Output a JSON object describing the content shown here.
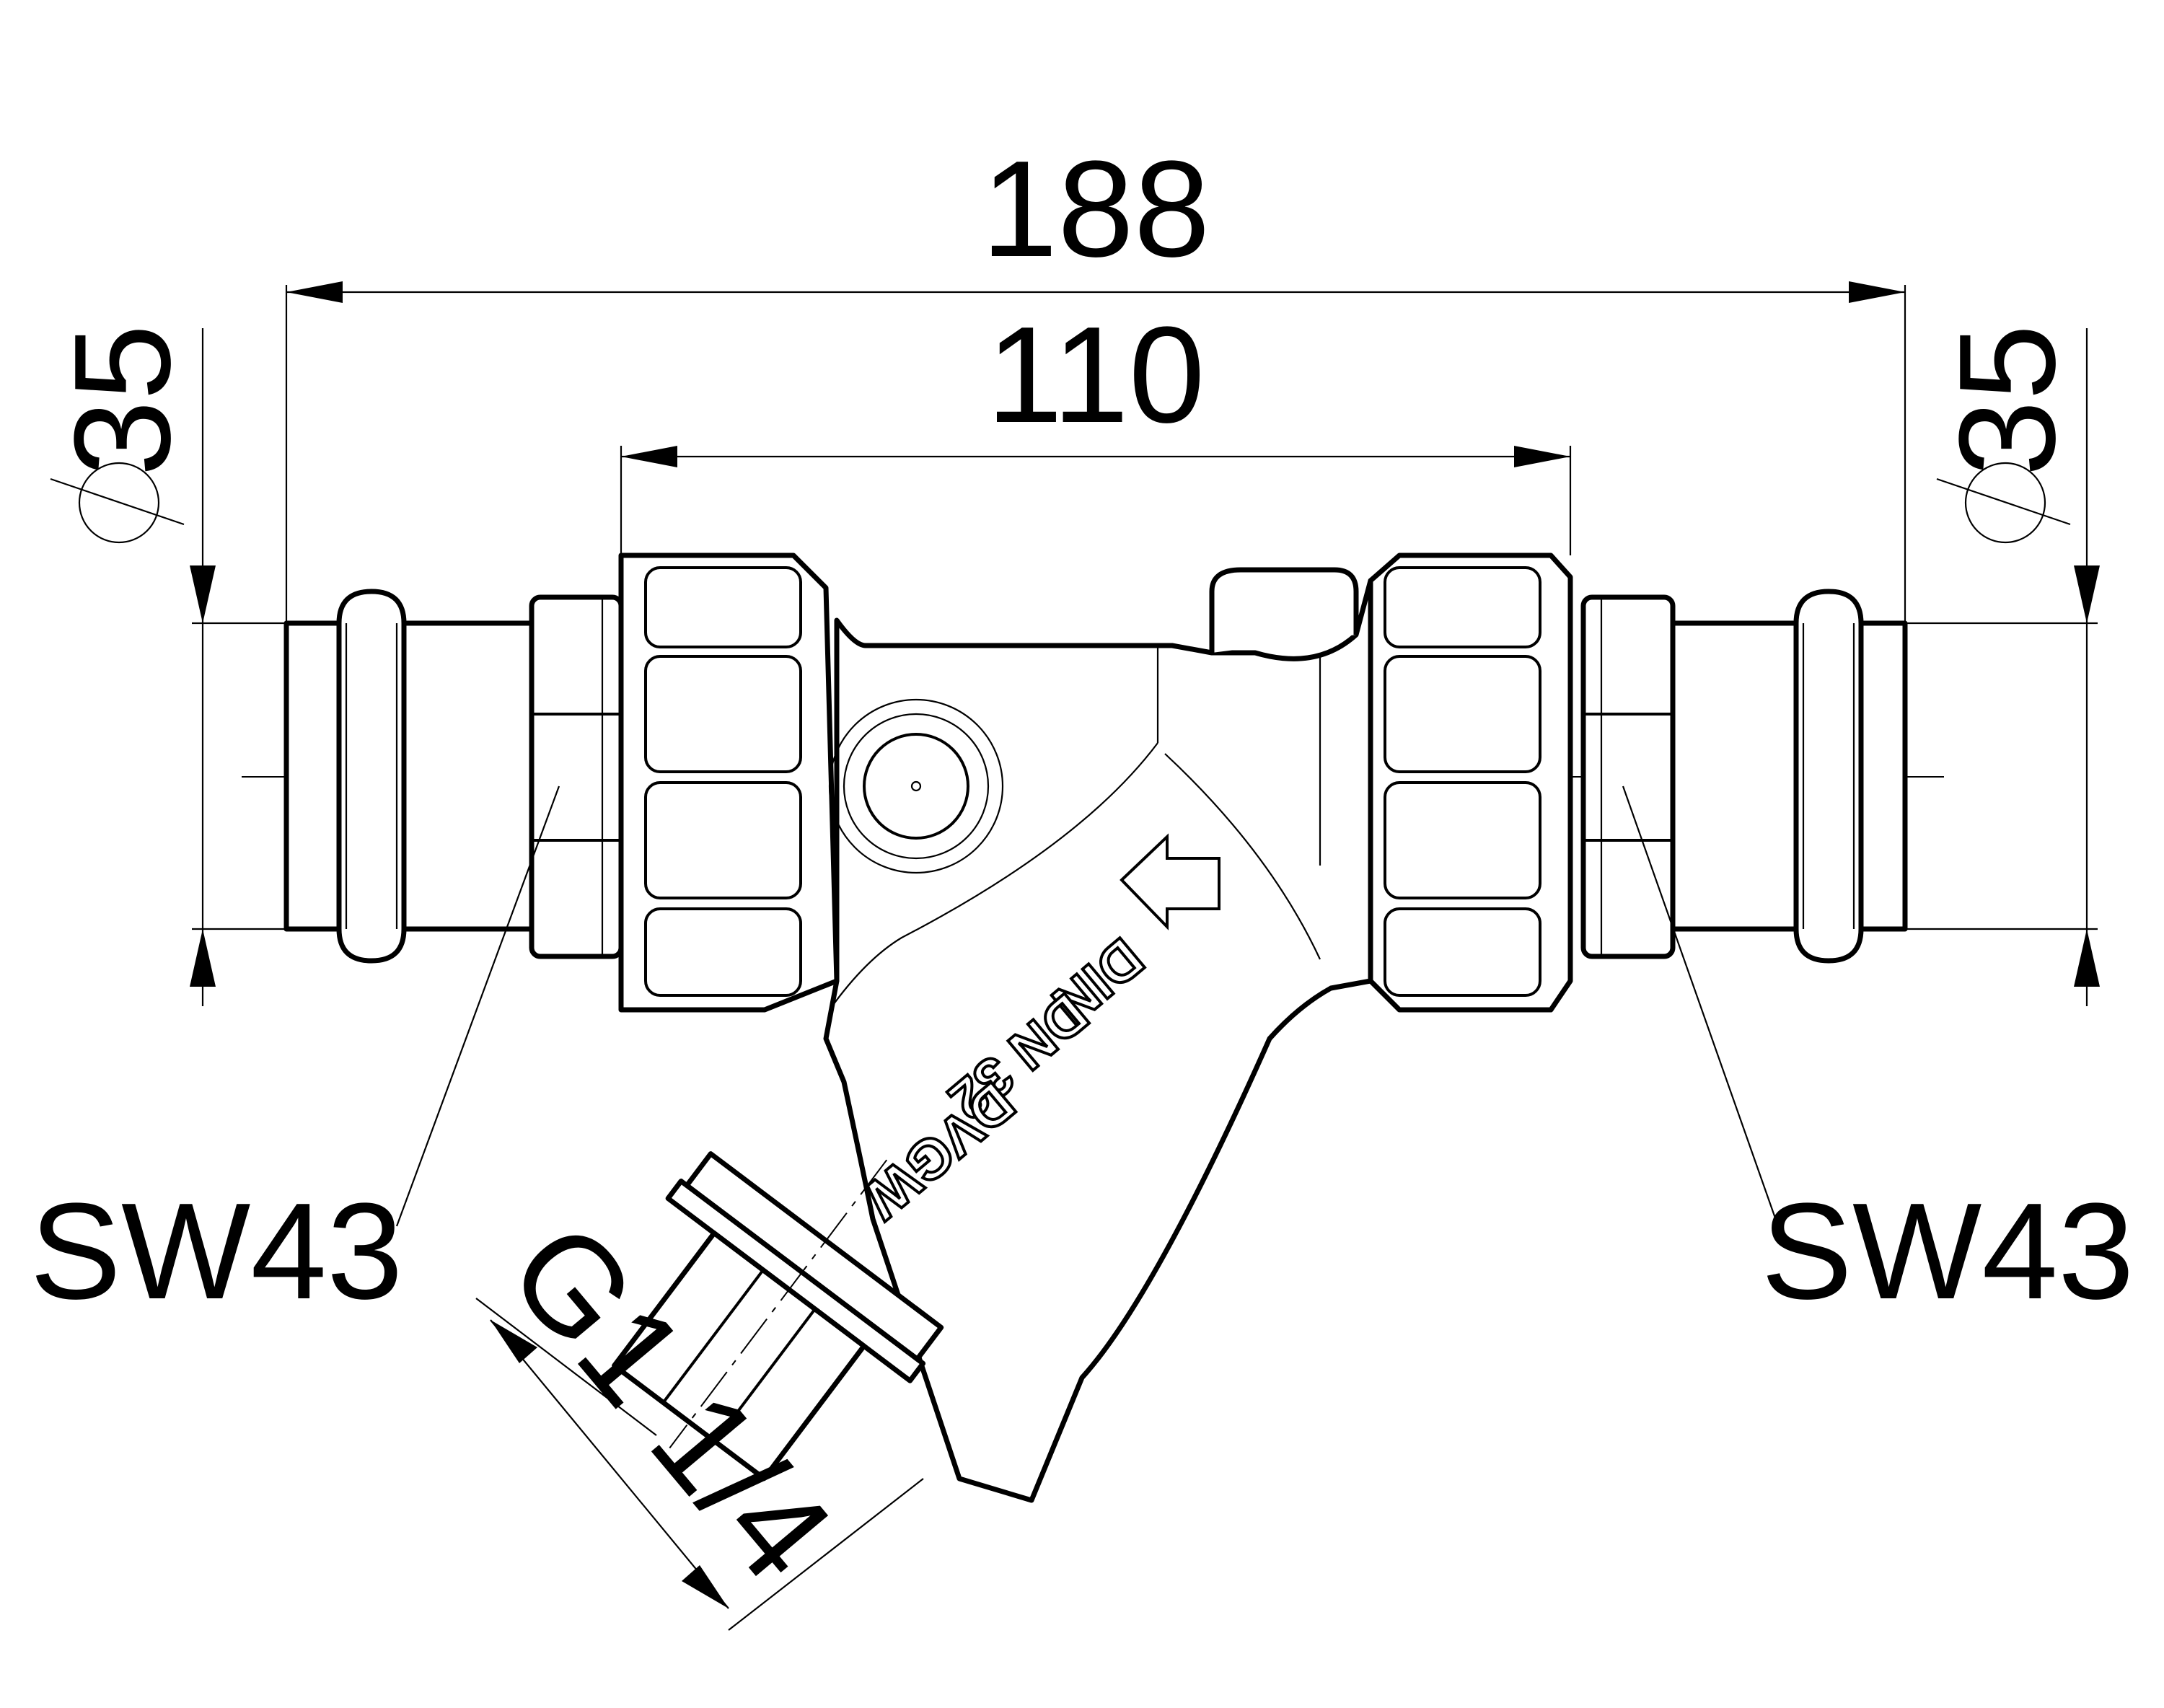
{
  "drawing": {
    "subject": "Y-strainer with press connections",
    "dimensions": {
      "overall_length": "188",
      "body_length": "110",
      "diameter_left": "35",
      "diameter_right": "35",
      "wrench_size_left": "SW43",
      "wrench_size_right": "SW43",
      "thread": "G1 1/4"
    },
    "diameter_symbol": "Ø",
    "body_markings": {
      "line1": "DIN",
      "line2": "DN 32",
      "line3": "DVGW"
    },
    "flow_direction": "left"
  }
}
